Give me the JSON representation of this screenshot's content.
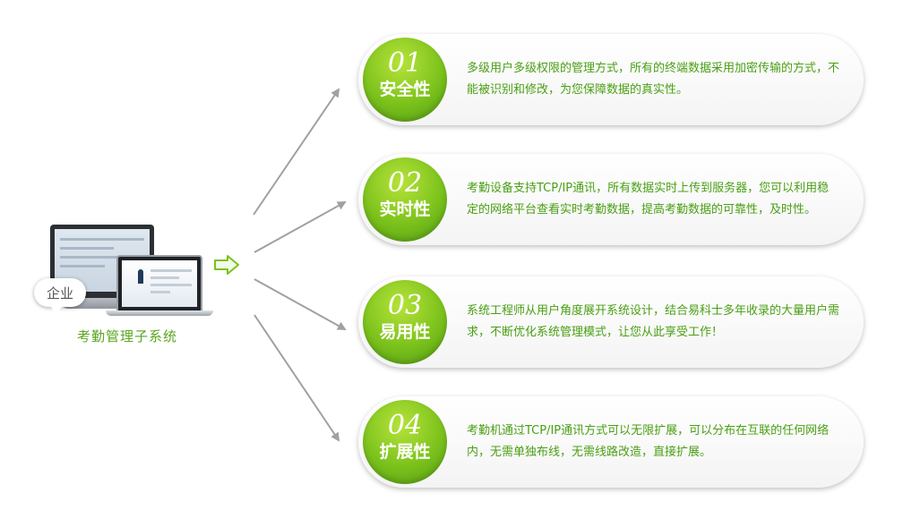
{
  "left": {
    "bubble_label": "企业",
    "system_label": "考勤管理子系统"
  },
  "features": [
    {
      "number": "01",
      "title": "安全性",
      "description": "多级用户多级权限的管理方式，所有的终端数据采用加密传输的方式，不能被识别和修改，为您保障数据的真实性。"
    },
    {
      "number": "02",
      "title": "实时性",
      "description": "考勤设备支持TCP/IP通讯，所有数据实时上传到服务器，您可以利用稳定的网络平台查看实时考勤数据，提高考勤数据的可靠性，及时性。"
    },
    {
      "number": "03",
      "title": "易用性",
      "description": "系统工程师从用户角度展开系统设计，结合易科士多年收录的大量用户需求，不断优化系统管理模式，让您从此享受工作！"
    },
    {
      "number": "04",
      "title": "扩展性",
      "description": "考勤机通过TCP/IP通讯方式可以无限扩展，可以分布在互联的任何网络内，无需单独布线，无需线路改造，直接扩展。"
    }
  ],
  "colors": {
    "accent_green": "#7cc21c",
    "text_green": "#4a9f14",
    "arrow_gray": "#a0a0a0"
  }
}
